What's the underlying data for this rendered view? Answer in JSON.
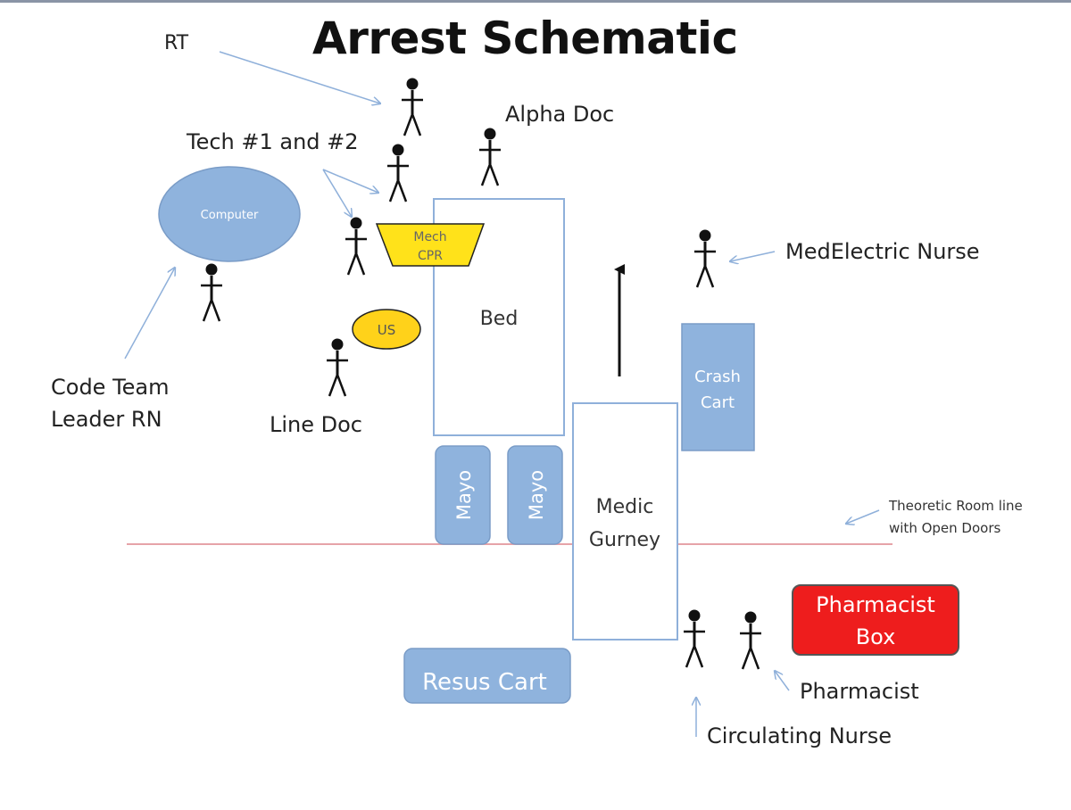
{
  "title": "Arrest Schematic",
  "labels": {
    "rt": "RT",
    "alpha_doc": "Alpha Doc",
    "tech": "Tech #1 and #2",
    "medelectric": "MedElectric Nurse",
    "code_team_1": "Code Team",
    "code_team_2": "Leader RN",
    "line_doc": "Line Doc",
    "room_line_1": "Theoretic Room line",
    "room_line_2": "with Open Doors",
    "pharmacist": "Pharmacist",
    "circulating": "Circulating Nurse"
  },
  "equipment": {
    "computer": "Computer",
    "mech_cpr_1": "Mech",
    "mech_cpr_2": "CPR",
    "us": "US",
    "bed": "Bed",
    "crash_cart_1": "Crash",
    "crash_cart_2": "Cart",
    "mayo": "Mayo",
    "medic_gurney_1": "Medic",
    "medic_gurney_2": "Gurney",
    "pharmacist_box_1": "Pharmacist",
    "pharmacist_box_2": "Box",
    "resus_cart": "Resus Cart"
  },
  "colors": {
    "blue_fill": "#8fb3dd",
    "blue_stroke": "#7a9cc7",
    "yellow": "#ffe21a",
    "red": "#ee1d1d",
    "room_line": "#e6a3a8",
    "arrow": "#8fb0da"
  }
}
